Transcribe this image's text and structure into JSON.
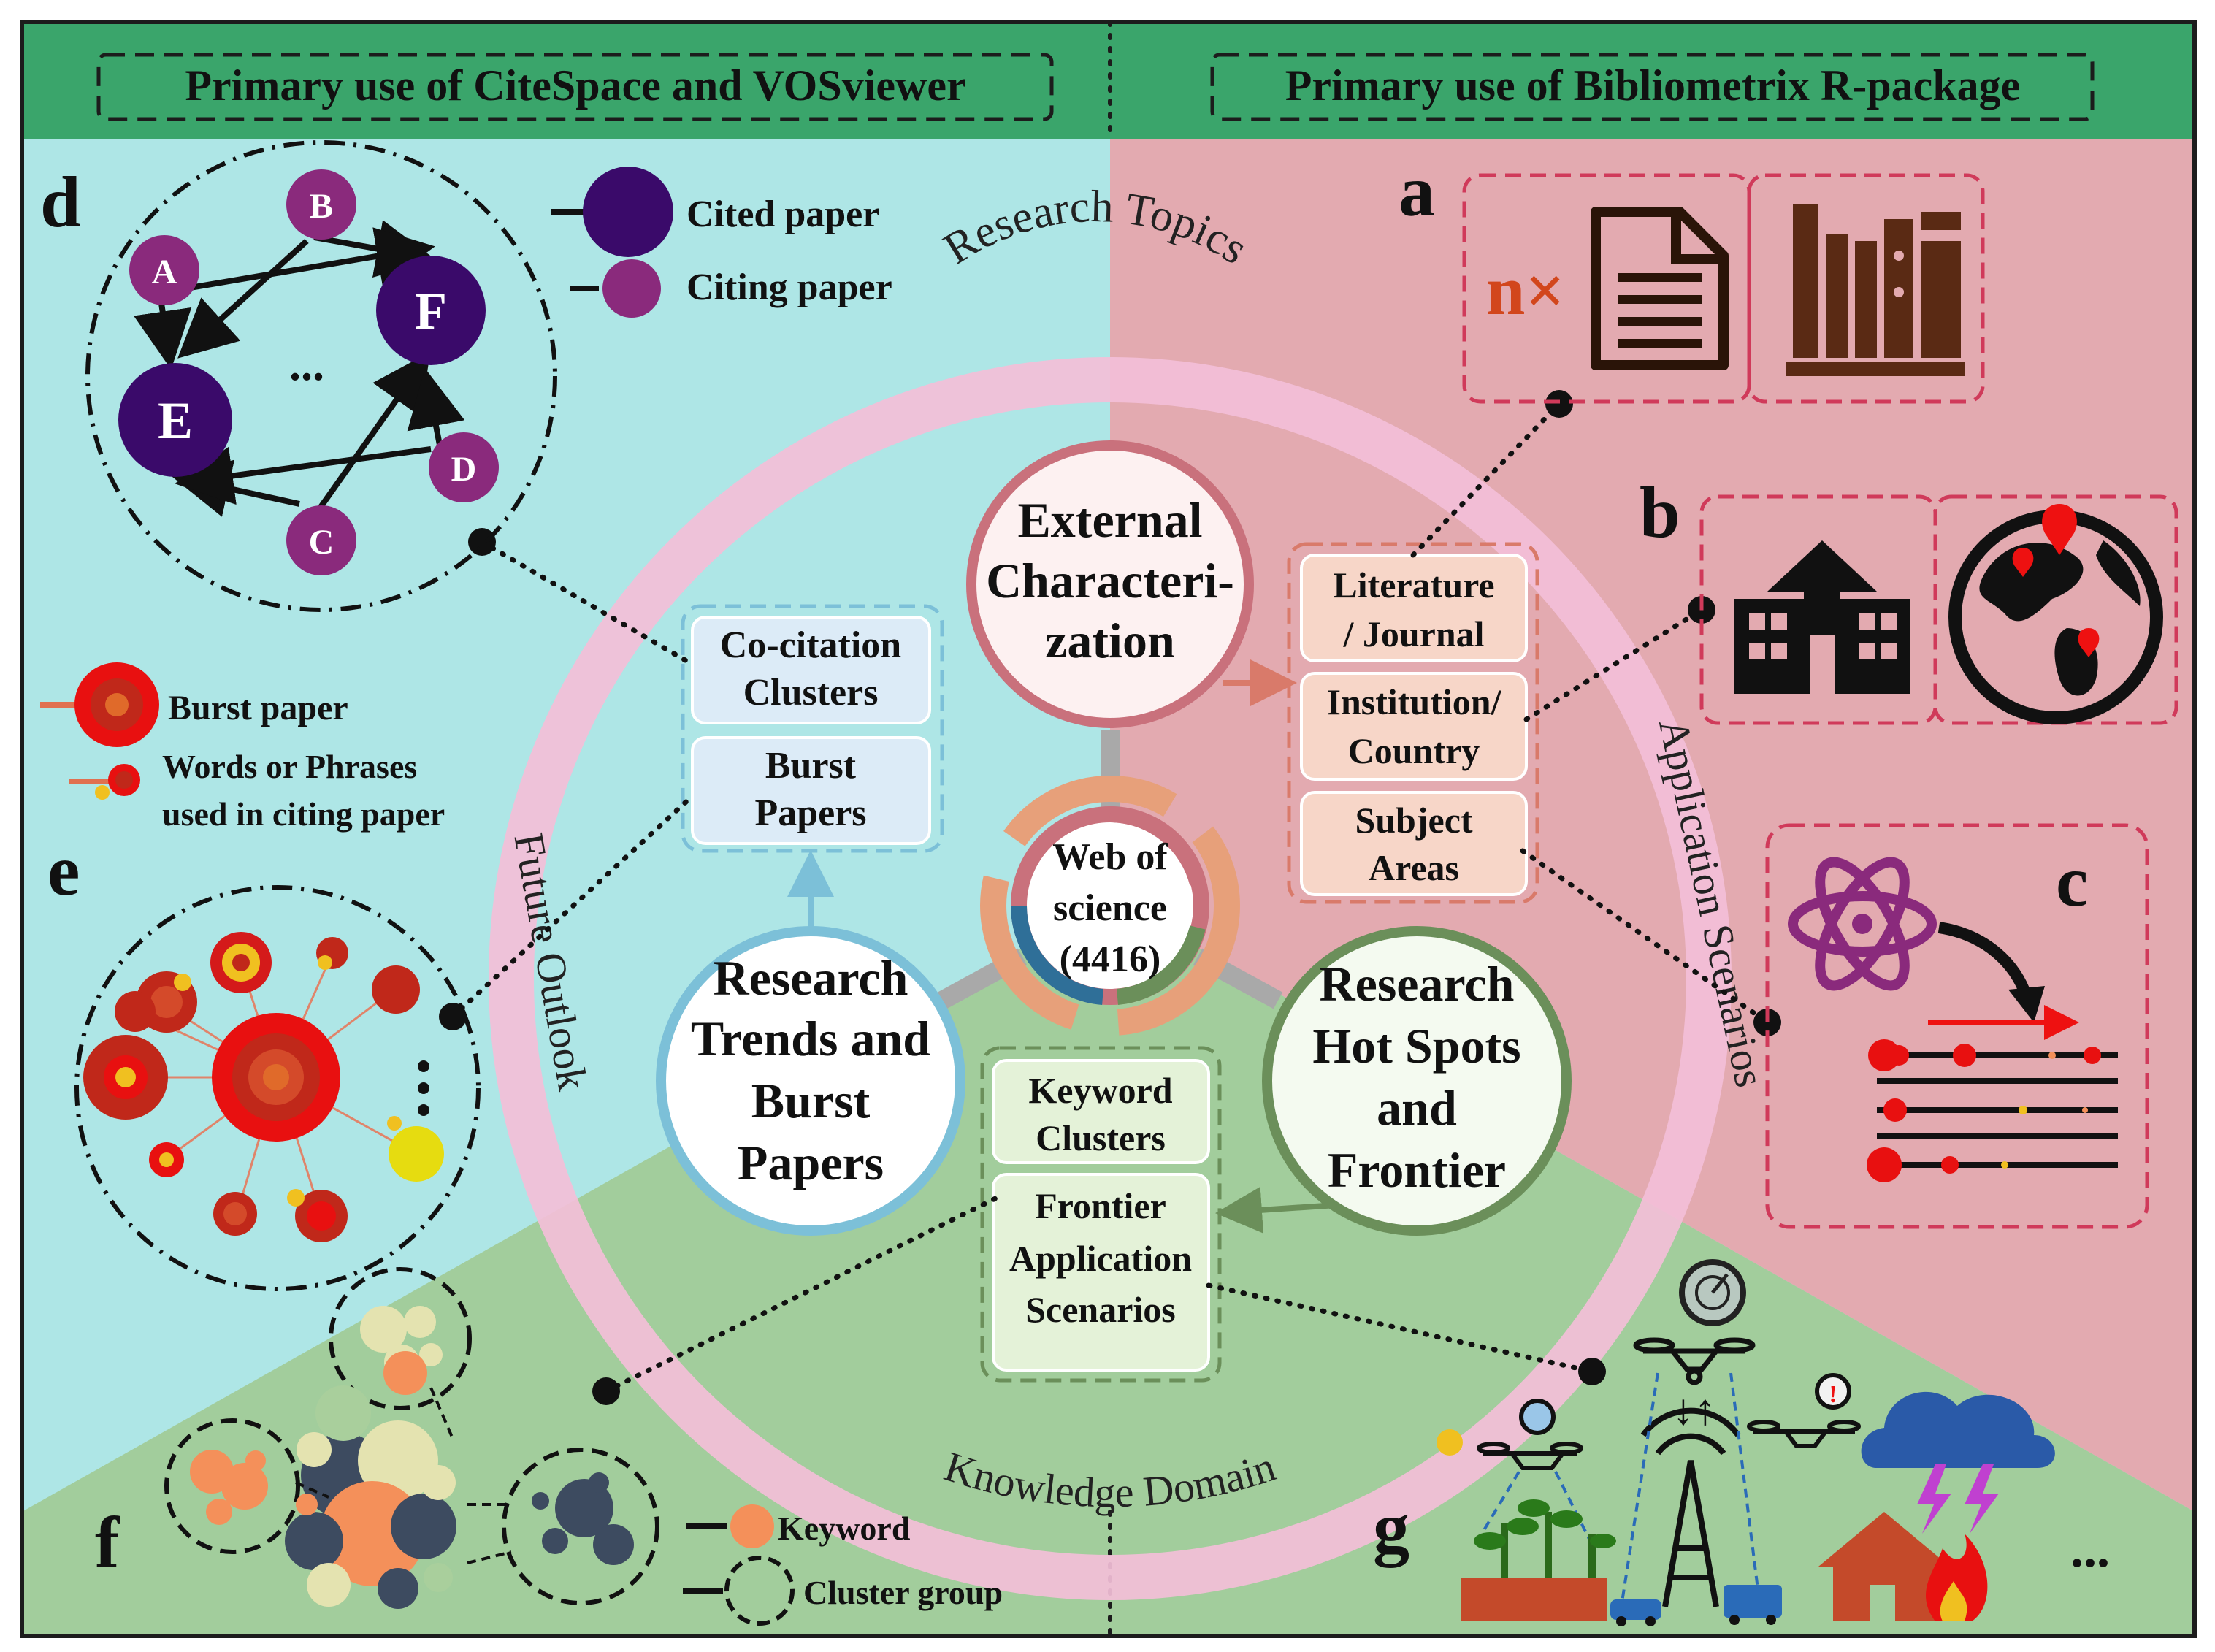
{
  "header": {
    "left_title": "Primary use of CiteSpace and VOSviewer",
    "right_title": "Primary use of Bibliometrix R-package"
  },
  "panels": {
    "a": "a",
    "b": "b",
    "c": "c",
    "d": "d",
    "e": "e",
    "f": "f",
    "g": "g"
  },
  "ring": {
    "top": "Research Topics",
    "right": "Application Scenarios",
    "bottom": "Knowledge Domain",
    "left": "Future Outlook"
  },
  "center": {
    "line1": "Web of",
    "line2": "science",
    "line3": "(4416)"
  },
  "nodes": {
    "external": [
      "External",
      "Characteri-",
      "zation"
    ],
    "trends": [
      "Research",
      "Trends and",
      "Burst",
      "Papers"
    ],
    "hotspots": [
      "Research",
      "Hot Spots",
      "and",
      "Frontier"
    ]
  },
  "boxes": {
    "cocitation": [
      "Co-citation",
      "Clusters"
    ],
    "burst": [
      "Burst",
      "Papers"
    ],
    "literature": [
      "Literature",
      "/ Journal"
    ],
    "institution": [
      "Institution/",
      "Country"
    ],
    "subject": [
      "Subject",
      "Areas"
    ],
    "keyword": [
      "Keyword",
      "Clusters"
    ],
    "frontier": [
      "Frontier",
      "Application",
      "Scenarios"
    ]
  },
  "legend_d": {
    "cited": "Cited paper",
    "citing": "Citing paper"
  },
  "legend_e": {
    "burst": "Burst paper",
    "words1": "Words or Phrases",
    "words2": "used in citing paper"
  },
  "legend_f": {
    "keyword": "Keyword",
    "cluster": "Cluster group"
  },
  "graph_nodes": {
    "A": "A",
    "B": "B",
    "C": "C",
    "D": "D",
    "E": "E",
    "F": "F",
    "ellipsis": "..."
  },
  "panel_a": {
    "multiplier": "n×"
  },
  "panel_g": {
    "ellipsis": "..."
  },
  "colors": {
    "header_green": "#3aa56b",
    "left_bg": "#aee6e6",
    "right_bg": "#e3aab0",
    "bottom_bg": "#a2cd9c",
    "ring": "#f3bfd8",
    "cited": "#3a0a6a",
    "citing": "#8a2a7c"
  }
}
